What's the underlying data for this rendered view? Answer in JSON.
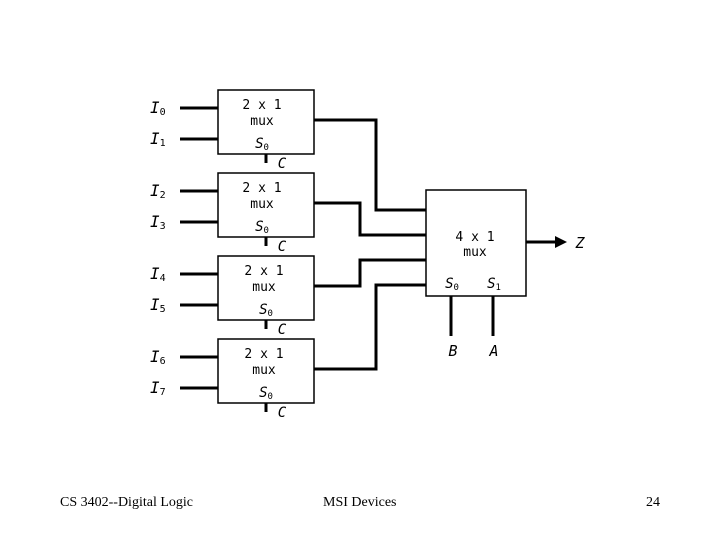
{
  "small_mux": {
    "line1": "2 x 1",
    "line2": "mux",
    "select_base": "S",
    "select_sub": "0",
    "control": "C"
  },
  "inputs": [
    {
      "base": "I",
      "sub": "0"
    },
    {
      "base": "I",
      "sub": "1"
    },
    {
      "base": "I",
      "sub": "2"
    },
    {
      "base": "I",
      "sub": "3"
    },
    {
      "base": "I",
      "sub": "4"
    },
    {
      "base": "I",
      "sub": "5"
    },
    {
      "base": "I",
      "sub": "6"
    },
    {
      "base": "I",
      "sub": "7"
    }
  ],
  "big_mux": {
    "line1": "4 x 1",
    "line2": "mux",
    "s0_base": "S",
    "s0_sub": "0",
    "s1_base": "S",
    "s1_sub": "1",
    "s0_signal": "B",
    "s1_signal": "A",
    "output": "Z"
  },
  "footer": {
    "left": "CS 3402--Digital Logic",
    "center": "MSI Devices",
    "page": "24"
  }
}
